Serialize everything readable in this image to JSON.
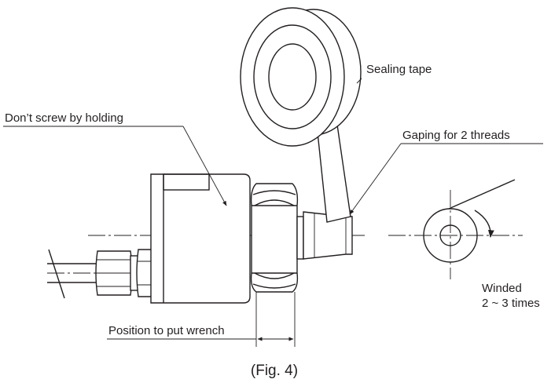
{
  "labels": {
    "sealing_tape": "Sealing tape",
    "dont_screw": "Don’t screw by holding",
    "gaping": "Gaping for 2 threads",
    "winded_line1": "Winded",
    "winded_line2": "2 ~ 3 times",
    "wrench": "Position to put wrench"
  },
  "caption": "(Fig. 4)"
}
